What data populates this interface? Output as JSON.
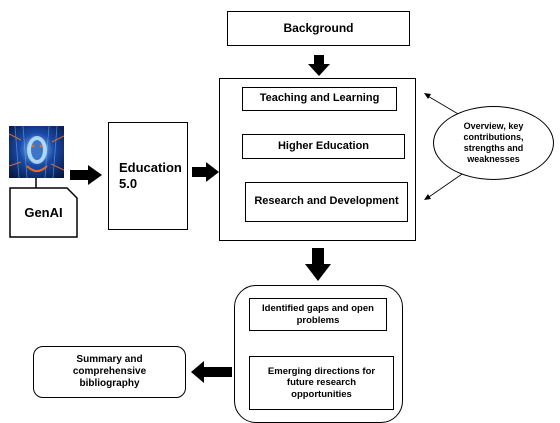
{
  "nodes": {
    "background": "Background",
    "teaching_learning": "Teaching and Learning",
    "higher_education": "Higher Education",
    "research_development": "Research and Development",
    "education_line1": "Education",
    "education_line2": "5.0",
    "genai": "GenAI",
    "overview": "Overview, key contributions, strengths and weaknesses",
    "gaps": "Identified gaps and open problems",
    "emerging": "Emerging directions for future research opportunities",
    "summary": "Summary and comprehensive bibliography"
  },
  "icons": {
    "genai_image": "ai-robot-face-image",
    "arrow": "thick-arrow"
  },
  "colors": {
    "stroke": "#000000",
    "image_primary": "#1a4aa8",
    "image_accent": "#e06a28"
  }
}
